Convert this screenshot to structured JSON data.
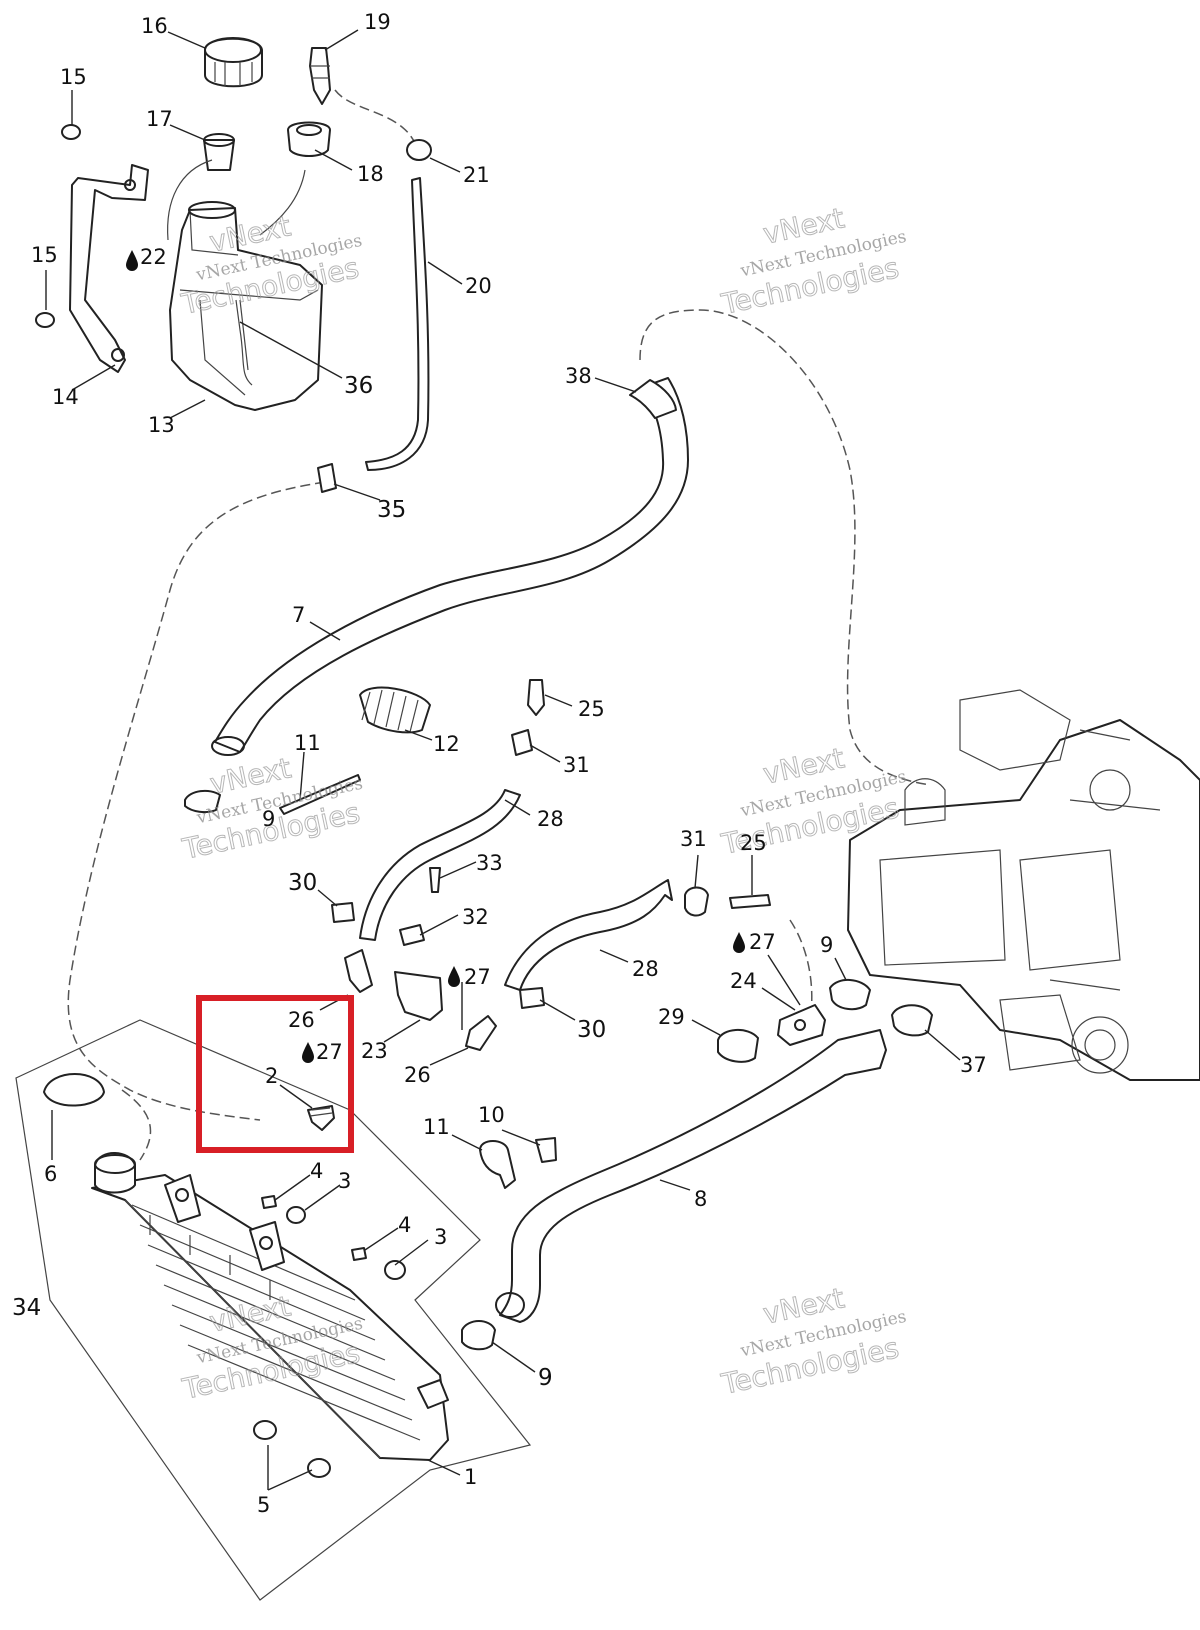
{
  "callouts": {
    "c1": "1",
    "c2": "2",
    "c3a": "3",
    "c3b": "3",
    "c4a": "4",
    "c4b": "4",
    "c5": "5",
    "c6": "6",
    "c7": "7",
    "c8": "8",
    "c9a": "9",
    "c9b": "9",
    "c9c": "9",
    "c10": "10",
    "c11a": "11",
    "c11b": "11",
    "c12": "12",
    "c13": "13",
    "c14": "14",
    "c15a": "15",
    "c15b": "15",
    "c16": "16",
    "c17": "17",
    "c18": "18",
    "c19": "19",
    "c20": "20",
    "c21": "21",
    "c22": "22",
    "c23": "23",
    "c24": "24",
    "c25a": "25",
    "c25b": "25",
    "c26a": "26",
    "c26b": "26",
    "c27a": "27",
    "c27b": "27",
    "c27c": "27",
    "c28a": "28",
    "c28b": "28",
    "c29": "29",
    "c30a": "30",
    "c30b": "30",
    "c31a": "31",
    "c31b": "31",
    "c32": "32",
    "c33": "33",
    "c34": "34",
    "c35": "35",
    "c36": "36",
    "c37": "37",
    "c38": "38"
  },
  "watermark": {
    "line1": "vNext",
    "line2": "vNext Technologies",
    "line3": "Technologies"
  },
  "highlight_color": "#d81f26"
}
